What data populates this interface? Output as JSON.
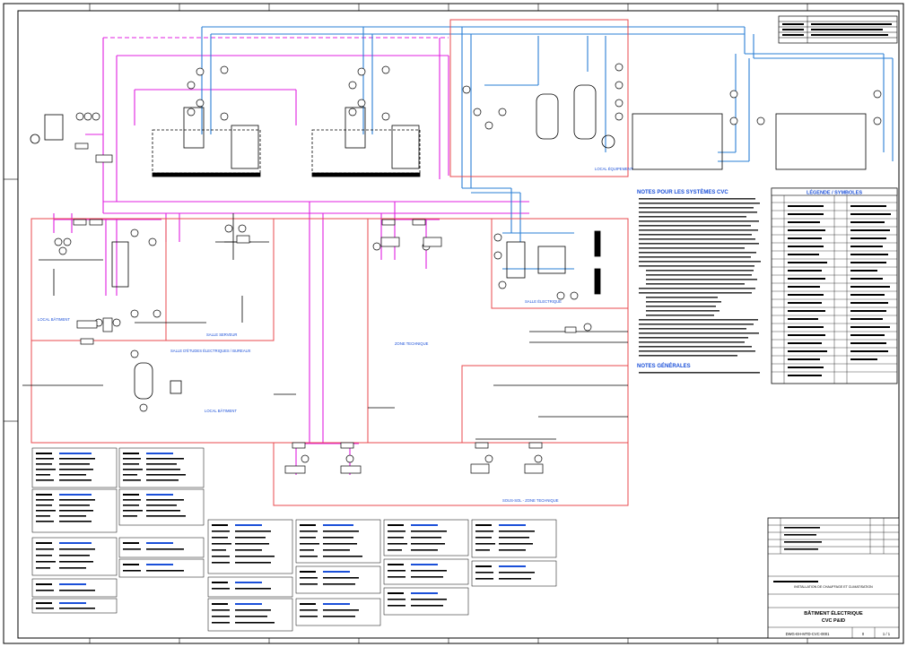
{
  "drawing": {
    "notes_title": "NOTES POUR LES SYSTÈMES CVC",
    "notes2_title": "NOTES GÉNÉRALES",
    "legend_title": "LÉGENDE / SYMBOLES",
    "zones": {
      "local_equipment": "LOCAL ÉQUIPEMENT",
      "local_batiment": "LOCAL BÂTIMENT",
      "local_batiment2": "LOCAL BÂTIMENT",
      "salle_serveur": "SALLE SERVEUR",
      "salle_electrique": "SALLE ÉLECTRIQUE",
      "zone_bureau": "SALLE D'ÉTUDES ÉLECTRIQUES / BUREAUX",
      "zone_mid": "ZONE TECHNIQUE",
      "zone_bottom": "SOUS-SOL - ZONE TECHNIQUE"
    },
    "title_block": {
      "company": "INSTALLATION DE CHAUFFAGE ET CLIMATISATION",
      "project": "BÂTIMENT ÉLECTRIQUE",
      "sheet_title": "CVC P&ID",
      "drawing_no": "DWG-EH-MTD-CVC-0001",
      "sheet": "1 / 1",
      "rev": "0"
    }
  }
}
